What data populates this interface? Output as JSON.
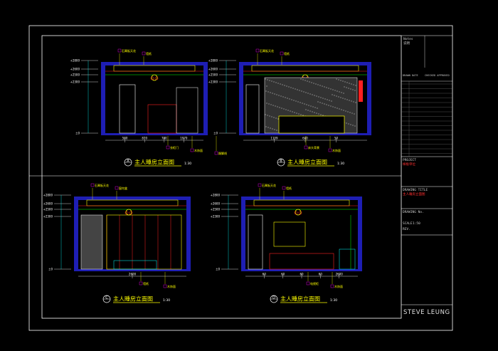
{
  "sheet": {
    "brand": "STEVE LEUNG",
    "colors": {
      "background": "#000000",
      "frame": "#ffffff",
      "wall": "#1e1eb4",
      "cyan": "#00ffff",
      "yellow": "#ffff00",
      "red": "#ff2020",
      "magenta": "#ff00ff",
      "green": "#00ff00",
      "white": "#ffffff"
    }
  },
  "title_block": {
    "header": "Notes",
    "sub": "说明",
    "row_a": "DRAWN   DATE",
    "row_b": "CHECKED   APPROVED",
    "project_label": "PROJECT",
    "project_value": "样板单位",
    "drawing_title_label": "DRAWING TITLE",
    "drawing_title_value": "主人睡房立面图",
    "drawing_no_label": "DRAWING No.",
    "scale_label": "SCALE",
    "scale_value": "1:50",
    "rev_label": "REV."
  },
  "elevations": [
    {
      "letter": "A",
      "title": "主人睡房立面图",
      "scale": "1:30",
      "levels": [
        "+2800",
        "+2600",
        "+2500",
        "+2300",
        "±0"
      ],
      "dims": [
        "580",
        "870",
        "780",
        "1970"
      ],
      "notes": [
        "石膏板天花",
        "墙纸",
        "衣柜门",
        "木饰面",
        "踢脚线"
      ]
    },
    {
      "letter": "B",
      "title": "主人睡房立面图",
      "scale": "1:30",
      "levels": [
        "+2800",
        "+2600",
        "+2500",
        "+2300",
        "±0"
      ],
      "dims": [
        "1159",
        "600",
        "50"
      ],
      "notes": [
        "石膏板天花",
        "墙纸",
        "床头背景",
        "木饰面"
      ]
    },
    {
      "letter": "C",
      "title": "主人睡房立面图",
      "scale": "1:30",
      "levels": [
        "+2800",
        "+2600",
        "+2500",
        "+2300",
        "±0"
      ],
      "dims": [
        "2600"
      ],
      "notes": [
        "石膏板天花",
        "窗帘盒",
        "墙纸",
        "木饰面"
      ]
    },
    {
      "letter": "D",
      "title": "主人睡房立面图",
      "scale": "1:30",
      "levels": [
        "+2800",
        "+2600",
        "+2500",
        "+2300",
        "±0"
      ],
      "dims": [
        "60",
        "60",
        "60",
        "60",
        "2600"
      ],
      "notes": [
        "石膏板天花",
        "墙纸",
        "电视柜",
        "木饰面"
      ]
    }
  ]
}
